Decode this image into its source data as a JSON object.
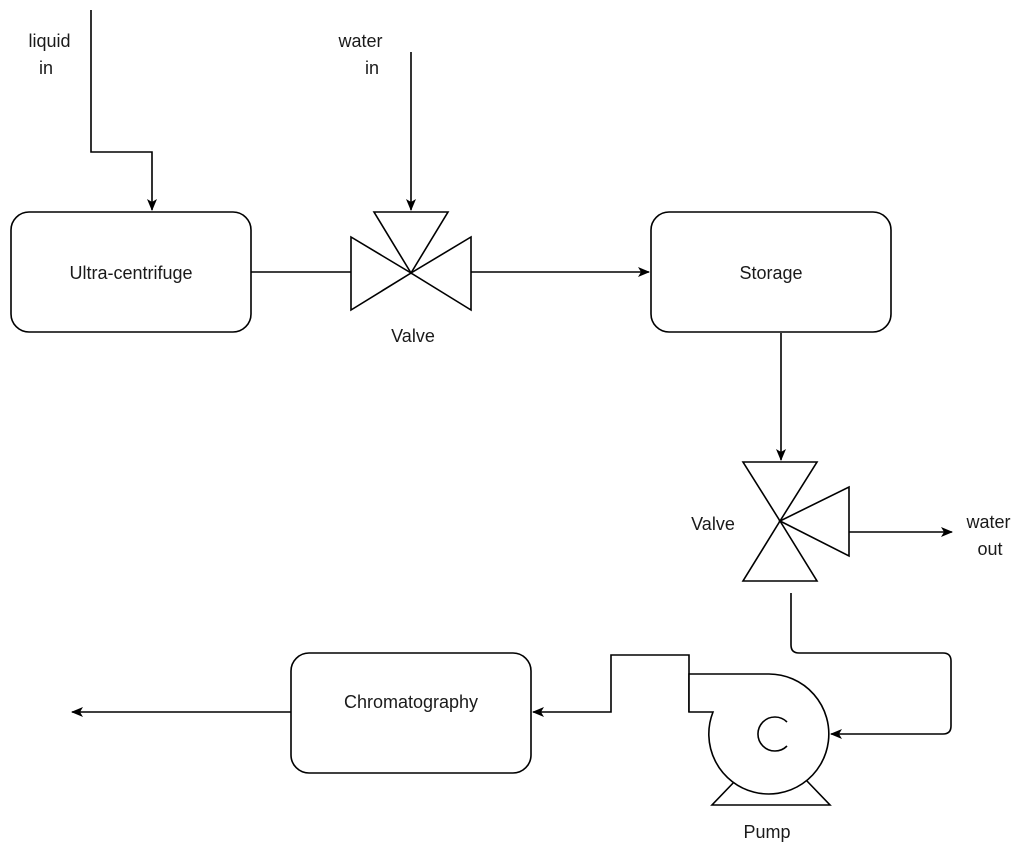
{
  "diagram": {
    "type": "process-flow",
    "nodes": {
      "ultra_centrifuge": {
        "label": "Ultra-centrifuge"
      },
      "storage": {
        "label": "Storage"
      },
      "chromatography": {
        "label": "Chromatography"
      }
    },
    "valve_top": {
      "label": "Valve"
    },
    "valve_right": {
      "label": "Valve"
    },
    "pump": {
      "label": "Pump"
    },
    "labels": {
      "liquid_in": [
        "liquid",
        "in"
      ],
      "water_in": [
        "water",
        "in"
      ],
      "water_out": [
        "water",
        "out"
      ]
    },
    "edges": [
      {
        "from": "liquid in",
        "to": "Ultra-centrifuge"
      },
      {
        "from": "water in",
        "to": "Valve"
      },
      {
        "from": "Ultra-centrifuge",
        "to": "Valve"
      },
      {
        "from": "Valve",
        "to": "Storage"
      },
      {
        "from": "Storage",
        "to": "Valve"
      },
      {
        "from": "Valve",
        "to": "water out"
      },
      {
        "from": "Valve",
        "to": "Pump"
      },
      {
        "from": "Pump",
        "to": "Chromatography"
      },
      {
        "from": "Chromatography",
        "to": ""
      }
    ]
  }
}
